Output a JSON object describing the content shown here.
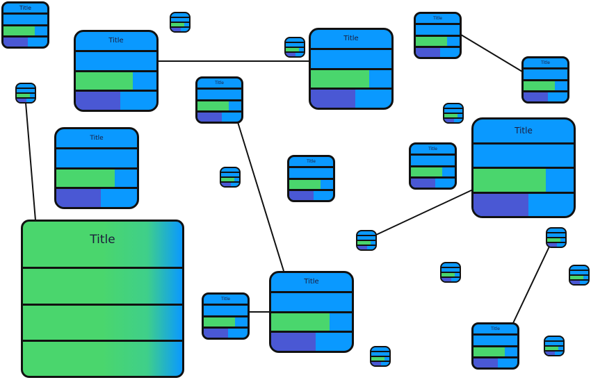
{
  "colors": {
    "blue": "#0a99ff",
    "green": "#4ad66d",
    "indigo": "#4a58d4",
    "border": "#111111"
  },
  "cards": [
    {
      "title": "Title",
      "green": 0.72,
      "indigo": 0.55
    },
    {
      "title": "Title",
      "green": 0.71,
      "indigo": 0.55
    },
    {
      "title": "Title",
      "green": 0.72,
      "indigo": 0.55
    },
    {
      "title": "Title",
      "green": 0.72,
      "indigo": 0.55
    },
    {
      "title": "Title",
      "green": 0.72,
      "indigo": 0.55
    },
    {
      "title": "Title",
      "green": 0.72,
      "indigo": 0.55
    },
    {
      "title": "Title",
      "green": 0.72,
      "indigo": 0.55
    },
    {
      "title": "Title",
      "green": 0.72,
      "indigo": 0.55
    },
    {
      "title": "Title",
      "green": 0.72,
      "indigo": 0.55
    },
    {
      "title": "Title",
      "green": 0.72,
      "indigo": 0.55
    },
    {
      "title": "Title",
      "green": 0.72,
      "indigo": 0.55
    },
    {
      "title": "Title",
      "green": 0.72,
      "indigo": 0.55
    },
    {
      "title": "Title",
      "green": 0.72,
      "indigo": 0.55
    }
  ],
  "feature_card": {
    "title": "Title"
  },
  "tiny_cards": [
    {
      "title": "Title",
      "green": 0.72,
      "indigo": 0.55
    },
    {
      "title": "Title",
      "green": 0.72,
      "indigo": 0.55
    },
    {
      "title": "Title",
      "green": 0.72,
      "indigo": 0.55
    },
    {
      "title": "Title",
      "green": 0.72,
      "indigo": 0.55
    },
    {
      "title": "Title",
      "green": 0.72,
      "indigo": 0.55
    },
    {
      "title": "Title",
      "green": 0.72,
      "indigo": 0.55
    },
    {
      "title": "Title",
      "green": 0.72,
      "indigo": 0.55
    },
    {
      "title": "Title",
      "green": 0.72,
      "indigo": 0.55
    },
    {
      "title": "Title",
      "green": 0.72,
      "indigo": 0.55
    },
    {
      "title": "Title",
      "green": 0.72,
      "indigo": 0.55
    },
    {
      "title": "Title",
      "green": 0.72,
      "indigo": 0.55
    }
  ]
}
